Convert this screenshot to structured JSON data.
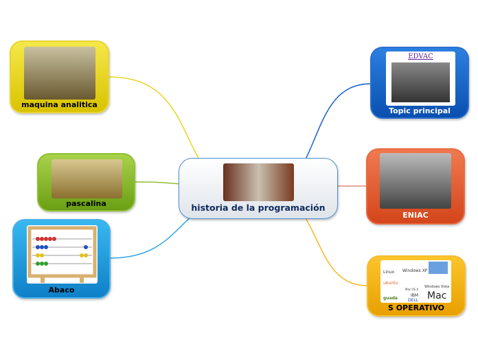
{
  "center": {
    "title": "historia de la programación"
  },
  "nodes": {
    "maquina": {
      "label": "maquina analitica",
      "color": "#e0cc10"
    },
    "pascalina": {
      "label": "pascalina",
      "color": "#7fb020"
    },
    "abaco": {
      "label": "Abaco",
      "color": "#1a90d8"
    },
    "topic": {
      "label": "Topic principal",
      "caption": "EDVAC",
      "color": "#1560c8"
    },
    "eniac": {
      "label": "ENIAC",
      "color": "#e05a2a"
    },
    "so": {
      "label": "S OPERATIVO",
      "color": "#f0b010",
      "logos": [
        "Linux",
        "Windows XP",
        "Mac OS X",
        "Windows Vista",
        "ubuntu",
        "guada",
        "IBM",
        "DELL",
        "Mac"
      ]
    }
  }
}
